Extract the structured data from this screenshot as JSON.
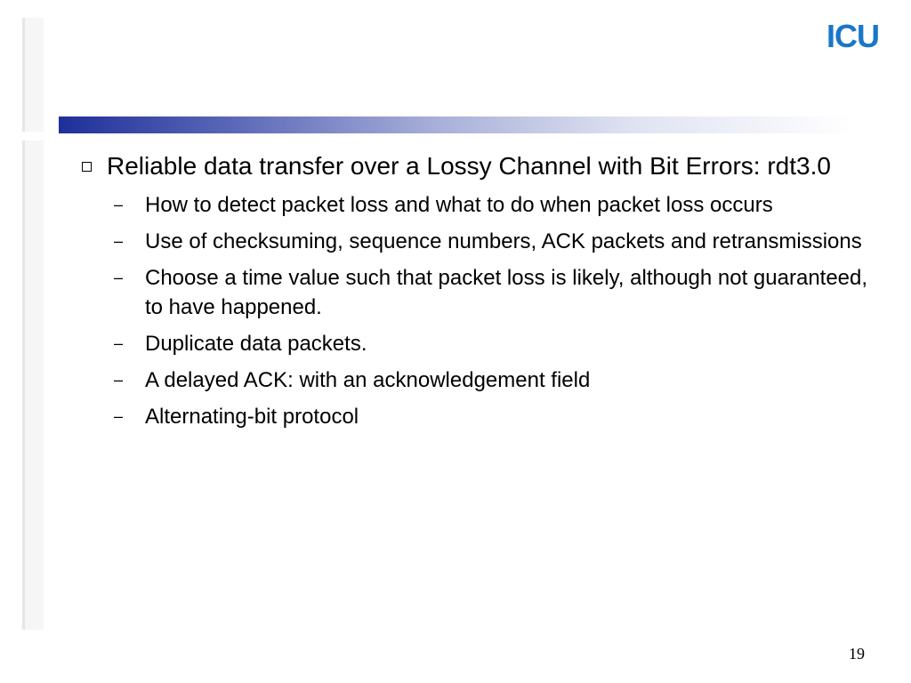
{
  "logo": {
    "text": "ICU",
    "color": "#1877c9"
  },
  "accent_color": "#1f2f99",
  "main_bullet": {
    "text": "Reliable data transfer over a Lossy Channel with Bit Errors: rdt3.0"
  },
  "sub_bullets": [
    {
      "dash": "–",
      "text": "How to detect packet loss and what to do when packet loss occurs"
    },
    {
      "dash": "–",
      "text": "Use of checksuming, sequence numbers, ACK packets and retransmissions"
    },
    {
      "dash": "–",
      "text": "Choose a time value such that packet loss is likely, although not guaranteed, to have happened."
    },
    {
      "dash": "–",
      "text": "Duplicate data packets."
    },
    {
      "dash": "–",
      "text": "A delayed ACK: with an acknowledgement field"
    },
    {
      "dash": "–",
      "text": "Alternating-bit protocol"
    }
  ],
  "page_number": "19"
}
